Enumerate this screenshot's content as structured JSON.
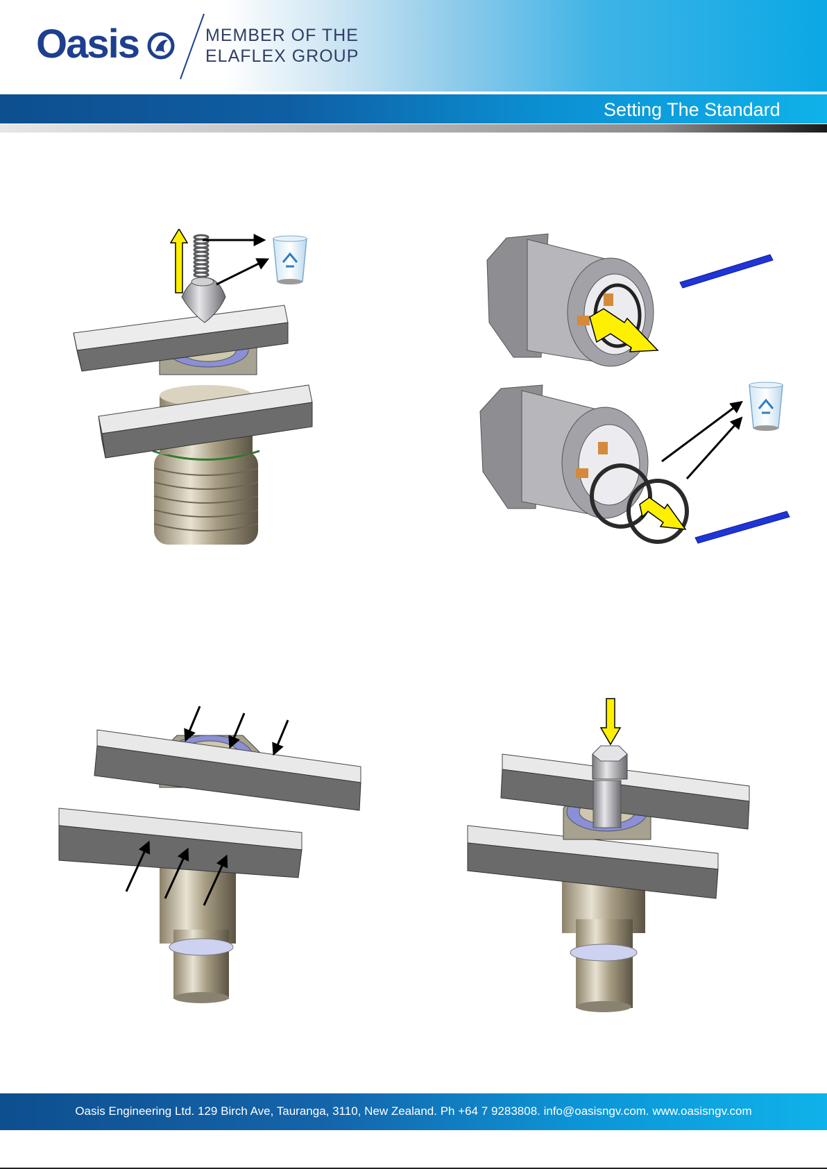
{
  "header": {
    "brand": "Oasis",
    "member_line1": "MEMBER OF THE",
    "member_line2": "ELAFLEX GROUP",
    "tagline": "Setting The Standard"
  },
  "figures": [
    {
      "name": "step-1",
      "description_icons": [
        "spring",
        "poppet",
        "recycle-bin-icon",
        "up-arrow"
      ]
    },
    {
      "name": "step-2",
      "description_icons": [
        "coupling-body",
        "o-rings",
        "recycle-bin-icon",
        "pick-tool"
      ]
    },
    {
      "name": "step-3",
      "description_icons": [
        "clamp-bars",
        "nozzle-body",
        "pressure-arrows"
      ]
    },
    {
      "name": "step-4",
      "description_icons": [
        "clamp-bars",
        "nozzle-body",
        "bolt",
        "down-arrow"
      ]
    }
  ],
  "footer": {
    "text": "Oasis Engineering Ltd. 129 Birch Ave, Tauranga, 3110, New Zealand. Ph +64 7 9283808. info@oasisngv.com. www.oasisngv.com"
  },
  "colors": {
    "brand_blue": "#1e3f8f",
    "band_blue": "#0f5ea3",
    "sky_blue": "#0fb2ea",
    "arrow_yellow": "#fff000",
    "oring_blue": "#8a8fd6"
  }
}
